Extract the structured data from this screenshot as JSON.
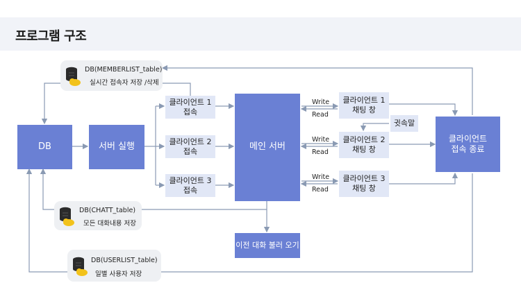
{
  "title": "프로그램 구조",
  "nodes": {
    "db": "DB",
    "server_run": "서버 실행",
    "client1": [
      "클라이언트 1",
      "접속"
    ],
    "client2": [
      "클라이언트 2",
      "접속"
    ],
    "client3": [
      "클라이언트 3",
      "접속"
    ],
    "main_server": "메인 서버",
    "chat1": [
      "클라이언트 1",
      "채팅 창"
    ],
    "chat2": [
      "클라이언트 2",
      "채팅 창"
    ],
    "chat3": [
      "클라이언트 3",
      "채팅 창"
    ],
    "whisper": "귓속말",
    "client_exit": [
      "클라이언트",
      "접속 종료"
    ],
    "load_history": "이전 대화 불러 오기"
  },
  "edge_labels": {
    "write": "Write",
    "read": "Read"
  },
  "callouts": {
    "memberlist": {
      "table": "DB(MEMBERLIST_table)",
      "desc": "실시간 접속자 저장 /삭제"
    },
    "chatt": {
      "table": "DB(CHATT_table)",
      "desc": "모든 대화내용 저장"
    },
    "userlist": {
      "table": "DB(USERLIST_table)",
      "desc": "일별 사용자 저장"
    }
  },
  "colors": {
    "dark_box": "#6a80d4",
    "light_box": "#e1e7f6",
    "line": "#8a9ab3",
    "db_icon_body": "#2b2b2b",
    "db_icon_cloud": "#f2c21b"
  }
}
